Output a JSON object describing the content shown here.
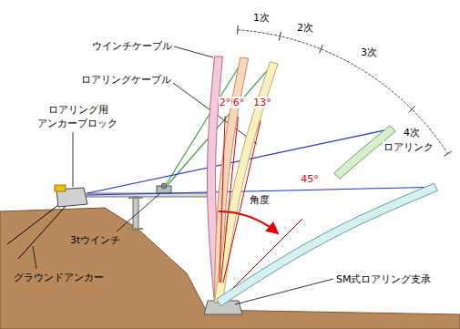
{
  "diagram": {
    "labels": [
      "1次",
      "2次",
      "3次",
      "4次",
      "ロアリンク",
      "ウインチケーブル",
      "ロアリングケーブル",
      "ロアリング用",
      "アンカーブロック",
      "2°",
      "6°",
      "13°",
      "45°",
      "角度",
      "3tウインチ",
      "グラウンドアンカー",
      "SM式ロアリング支承"
    ]
  }
}
